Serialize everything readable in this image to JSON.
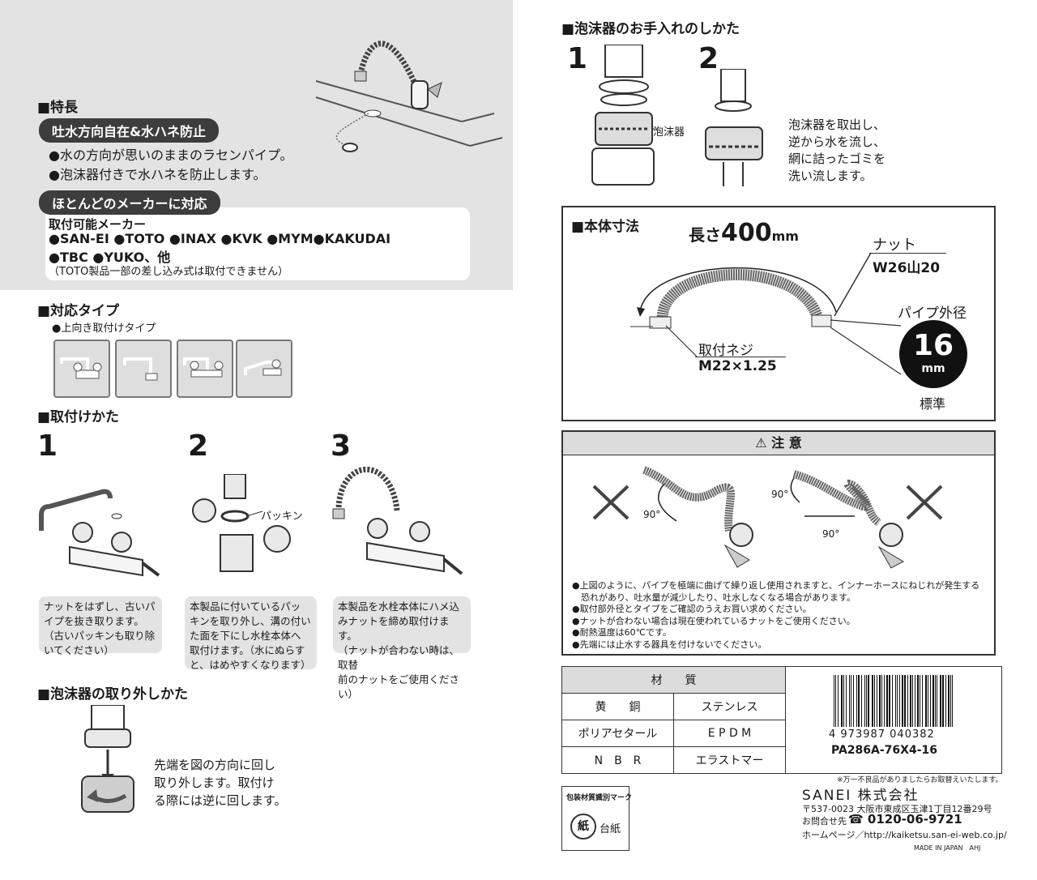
{
  "features": {
    "heading": "■特長",
    "pill1": "吐水方向自在&水ハネ防止",
    "bullet1": "●水の方向が思いのままのラセンパイプ。",
    "bullet2": "●泡沫器付きで水ハネを防止します。",
    "pill2": "ほとんどのメーカーに対応",
    "makers_title": "取付可能メーカー",
    "makers_line1": "●SAN-EI ●TOTO ●INAX ●KVK ●MYM●KAKUDAI",
    "makers_line2": "●TBC ●YUKO、他",
    "makers_note": "（TOTO製品一部の差し込み式は取付できません）"
  },
  "types": {
    "heading": "■対応タイプ",
    "subtitle": "●上向き取付けタイプ"
  },
  "install": {
    "heading": "■取付けかた",
    "steps": [
      {
        "num": "1",
        "text": [
          "ナットをはずし、古いパ",
          "イプを抜き取ります。",
          "（古いパッキンも取り除",
          "いてください）"
        ]
      },
      {
        "num": "2",
        "label": "パッキン",
        "text": [
          "本製品に付いているパッ",
          "キンを取り外し、溝の付い",
          "た面を下にし水栓本体へ",
          "取付けます。（水にぬらす",
          "と、はめやすくなります）"
        ]
      },
      {
        "num": "3",
        "text": [
          "本製品を水栓本体にハメ込",
          "みナットを締め取付けます。",
          "（ナットが合わない時は、取替",
          "前のナットをご使用ください）"
        ]
      }
    ]
  },
  "removal": {
    "heading": "■泡沫器の取り外しかた",
    "text": [
      "先端を図の方向に回し",
      "取り外します。取付け",
      "る際には逆に回します。"
    ]
  },
  "care": {
    "heading": "■泡沫器のお手入れのしかた",
    "num1": "1",
    "num2": "2",
    "label": "泡沫器",
    "text": [
      "泡沫器を取出し、",
      "逆から水を流し、",
      "網に詰ったゴミを",
      "洗い流します。"
    ]
  },
  "dimensions": {
    "heading": "■本体寸法",
    "length_prefix": "長さ",
    "length_value": "400",
    "length_unit": "mm",
    "nut_label": "ナット",
    "nut_spec": "W26山20",
    "pipe_label": "パイプ外径",
    "pipe_value": "16",
    "pipe_unit": "mm",
    "standard": "標準",
    "thread_label": "取付ネジ",
    "thread_spec": "M22×1.25"
  },
  "caution": {
    "title": "注 意",
    "angle1": "90°",
    "angle2": "90°",
    "angle3": "90°",
    "items": [
      "●上図のように、パイプを極端に曲げて繰り返し使用されますと、インナーホースにねじれが発生する",
      "　恐れがあり、吐水量が減少したり、吐水しなくなる場合があります。",
      "●取付部外径とタイプをご確認のうえお買い求めください。",
      "●ナットが合わない場合は現在使われているナットをご使用ください。",
      "●耐熱温度は60℃です。",
      "●先端には止水する器具を付けないでください。"
    ]
  },
  "materials": {
    "header": "材　　質",
    "rows": [
      [
        "黄　　銅",
        "ステンレス"
      ],
      [
        "ポリアセタール",
        "E P D M"
      ],
      [
        "N　B　R",
        "エラストマー"
      ]
    ]
  },
  "barcode": {
    "digits": "4 973987 040382",
    "product": "PA286A-76X4-16"
  },
  "company": {
    "notice": "※万一不良品がありましたらお取替えいたします。",
    "name": "SANEI 株式会社",
    "address": "〒537-0023 大阪市東成区玉津1丁目12番29号",
    "contact_label": "お問合せ先",
    "phone": "☎ 0120-06-9721",
    "homepage": "ホームページ／http://kaiketsu.san-ei-web.co.jp/",
    "origin": "MADE IN JAPAN　AHJ"
  },
  "packaging": {
    "title": "包装材質識別マーク",
    "symbol": "紙",
    "label": "台紙"
  }
}
